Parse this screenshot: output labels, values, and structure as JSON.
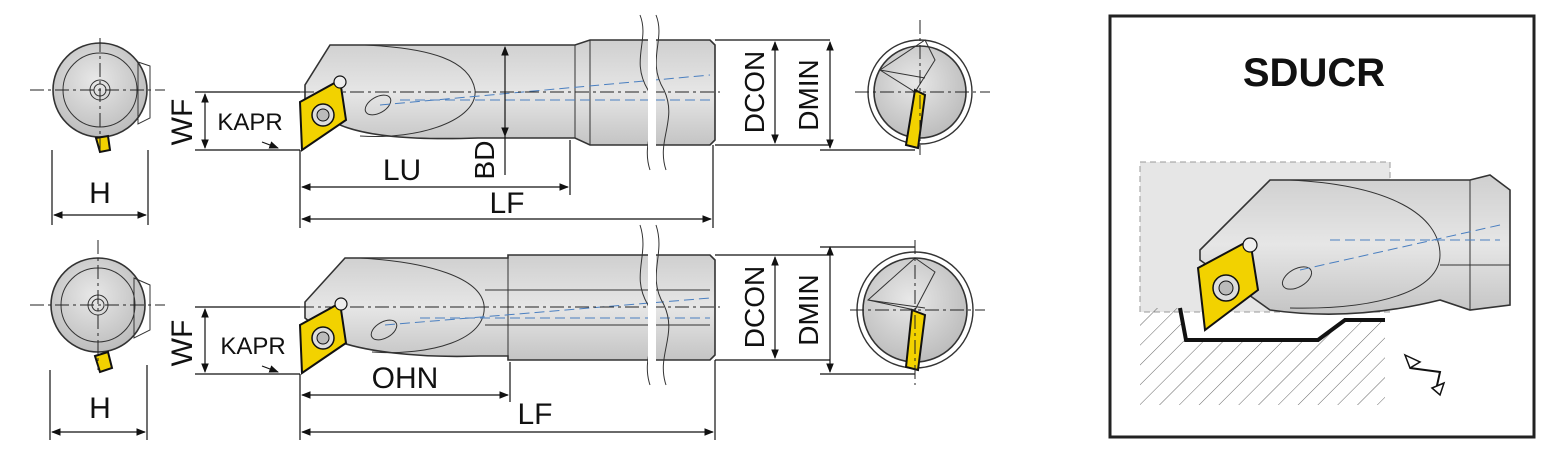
{
  "diagram": {
    "type_code": "SDUCR",
    "top_view": {
      "labels": {
        "wf": "WF",
        "kapr": "KAPR",
        "h": "H",
        "lu": "LU",
        "bd": "BD",
        "lf": "LF",
        "dcon": "DCON",
        "dmin": "DMIN"
      }
    },
    "bottom_view": {
      "labels": {
        "wf": "WF",
        "kapr": "KAPR",
        "h": "H",
        "ohn": "OHN",
        "lf": "LF",
        "dcon": "DCON",
        "dmin": "DMIN"
      }
    }
  },
  "colors": {
    "body_fill": "#d9d9d9",
    "body_dark": "#bfbfbf",
    "insert_fill": "#f2d200",
    "hidden_line": "#4a7fc0",
    "line": "#111111"
  }
}
